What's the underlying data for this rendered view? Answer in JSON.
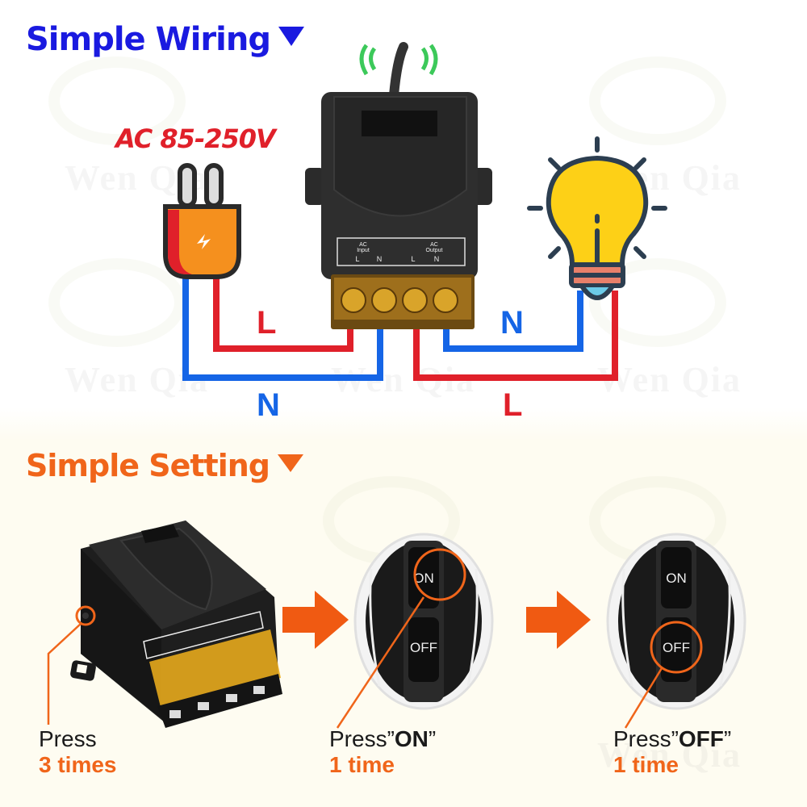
{
  "watermark": {
    "text": "Wen Qia"
  },
  "wiring_section": {
    "title": "Simple Wiring",
    "title_marker_icon": "triangle-down-icon",
    "voltage_label": "AC 85-250V",
    "power_icon": "power-plug-icon",
    "device_icon": "wireless-relay-switch-icon",
    "signal_icon": "wireless-signal-icon",
    "load_icon": "light-bulb-icon",
    "terminal_panel": {
      "input": {
        "label_line1": "AC",
        "label_line2": "Input",
        "terminals": [
          "L",
          "N"
        ]
      },
      "output": {
        "label_line1": "AC",
        "label_line2": "Output",
        "terminals": [
          "L",
          "N"
        ]
      }
    },
    "wire_labels": {
      "input_live": "L",
      "input_neutral": "N",
      "output_neutral": "N",
      "output_live": "L"
    },
    "colors": {
      "live": "#e0202a",
      "neutral": "#1565e6",
      "title": "#1a1ae0"
    }
  },
  "setting_section": {
    "title": "Simple Setting",
    "title_marker_icon": "triangle-down-icon",
    "colors": {
      "accent": "#f0651a"
    },
    "steps": [
      {
        "id": "learn",
        "text": "Press",
        "bold": "",
        "quote_open": "",
        "quote_close": "",
        "count": "3 times",
        "target": "relay-learn-button"
      },
      {
        "id": "on",
        "text": "Press",
        "quote_open": "”",
        "bold": "ON",
        "quote_close": "”",
        "count": "1 time",
        "target": "remote-on-button"
      },
      {
        "id": "off",
        "text": "Press",
        "quote_open": "”",
        "bold": "OFF",
        "quote_close": "”",
        "count": "1 time",
        "target": "remote-off-button"
      }
    ],
    "remote": {
      "on_label": "ON",
      "off_label": "OFF"
    },
    "arrow_icon": "arrow-right-icon"
  }
}
